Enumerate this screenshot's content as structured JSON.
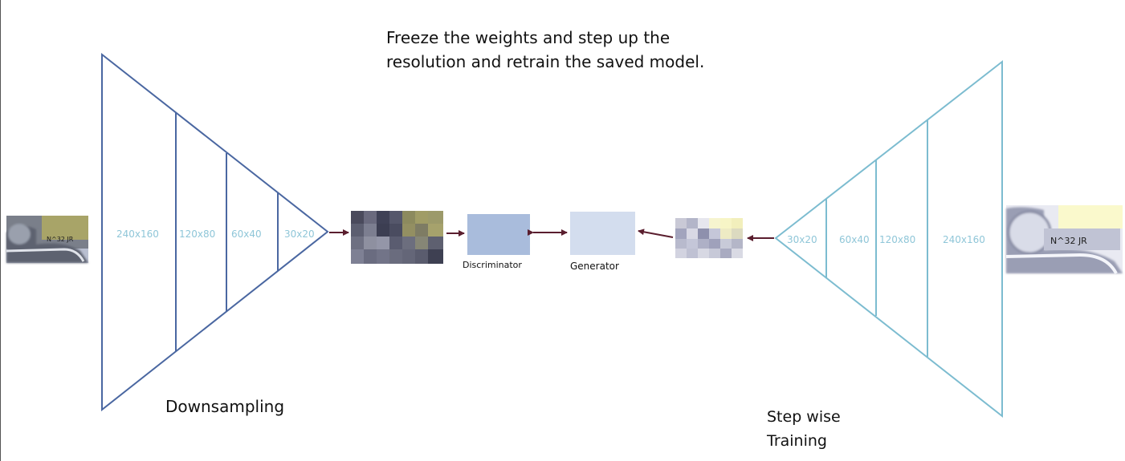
{
  "caption": "Freeze the weights and step up the resolution and retrain the saved model.",
  "downsampling_label": "Downsampling",
  "stepwise_label": "Step wise Training",
  "downsampling_stages": [
    "240x160",
    "120x80",
    "60x40",
    "30x20"
  ],
  "upsampling_stages": [
    "30x20",
    "60x40",
    "120x80",
    "240x160"
  ],
  "discriminator_label": "Discriminator",
  "generator_label": "Generator",
  "input_image_text": "N^32 JR",
  "output_image_text": "N^32 JR",
  "colors": {
    "downsampling_stroke": "#4a67a1",
    "upsampling_stroke": "#7cbcd0",
    "stage_text": "#8fc6d8",
    "discriminator_fill": "#a9bcdc",
    "generator_fill": "#d3ddee",
    "arrow": "#5a1e2e"
  }
}
